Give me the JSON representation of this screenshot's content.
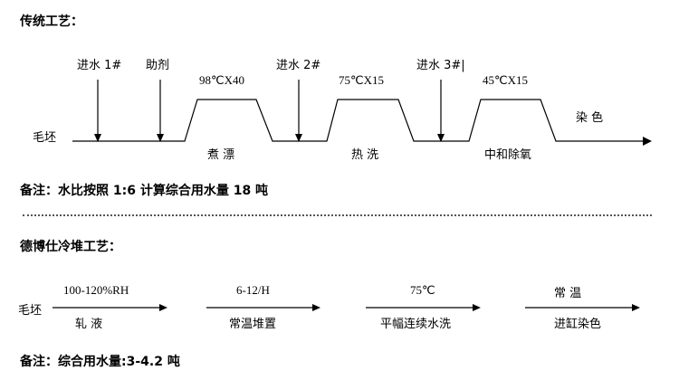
{
  "traditional": {
    "title": "传统工艺：",
    "start_label": "毛坯",
    "inputs": [
      {
        "label": "进水 1#"
      },
      {
        "label": "助剂"
      },
      {
        "label": "进水 2#"
      },
      {
        "label": "进水 3#|"
      }
    ],
    "stages": [
      {
        "condition": "98℃X40",
        "name": "煮 漂"
      },
      {
        "condition": "75℃X15",
        "name": "热 洗"
      },
      {
        "condition": "45℃X15",
        "name": "中和除氧"
      }
    ],
    "end_label": "染 色",
    "note": "备注：水比按照 1:6 计算综合用水量 18 吨"
  },
  "cold_pad": {
    "title": "德博仕冷堆工艺：",
    "start_label": "毛坯",
    "steps": [
      {
        "top": "100-120%RH",
        "bottom": "轧 液"
      },
      {
        "top": "6-12/H",
        "bottom": "常温堆置"
      },
      {
        "top": "75℃",
        "bottom": "平幅连续水洗"
      },
      {
        "top": "常 温",
        "bottom": "进缸染色"
      }
    ],
    "note": "备注：综合用水量:3-4.2 吨"
  }
}
